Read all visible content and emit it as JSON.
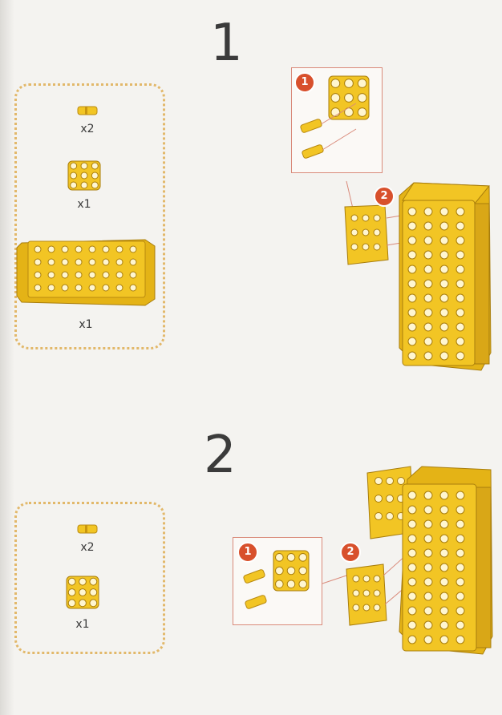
{
  "steps": [
    {
      "number": "1",
      "parts": [
        {
          "name": "connector-pin",
          "qty": "x2"
        },
        {
          "name": "3x3-plate",
          "qty": "x1"
        },
        {
          "name": "large-brick",
          "qty": "x1"
        }
      ],
      "callouts": [
        "1",
        "2"
      ]
    },
    {
      "number": "2",
      "parts": [
        {
          "name": "connector-pin",
          "qty": "x2"
        },
        {
          "name": "3x3-plate",
          "qty": "x1"
        }
      ],
      "callouts": [
        "1",
        "2"
      ]
    }
  ],
  "colors": {
    "part_yellow": "#f2c524",
    "part_shadow": "#c9960f",
    "badge_red": "#d8502c",
    "panel_dots": "#e2b86a",
    "guide_line": "#d98a7a"
  }
}
